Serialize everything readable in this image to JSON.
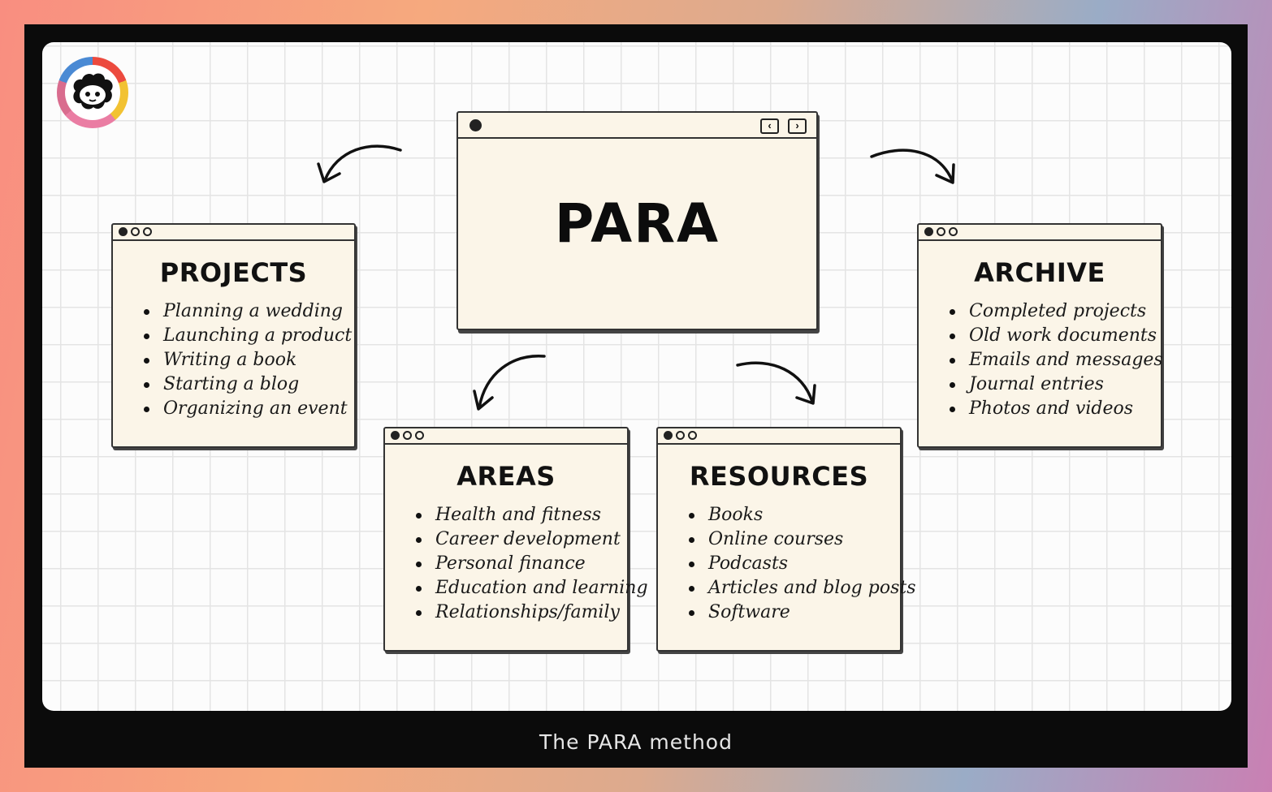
{
  "caption": "The PARA method",
  "logo": {
    "icon": "sheep-face-icon",
    "ring_colors": [
      "#ec4a3e",
      "#f2c232",
      "#ea7da3",
      "#4a8ad4"
    ]
  },
  "center": {
    "title": "PARA",
    "nav": {
      "prev": "‹",
      "next": "›"
    }
  },
  "cards": {
    "projects": {
      "title": "PROJECTS",
      "items": [
        "Planning a wedding",
        "Launching a product",
        "Writing a book",
        "Starting a blog",
        "Organizing an event"
      ]
    },
    "areas": {
      "title": "AREAS",
      "items": [
        "Health and fitness",
        "Career development",
        "Personal finance",
        "Education and learning",
        "Relationships/family"
      ]
    },
    "resources": {
      "title": "RESOURCES",
      "items": [
        "Books",
        "Online courses",
        "Podcasts",
        "Articles and blog posts",
        "Software"
      ]
    },
    "archive": {
      "title": "ARCHIVE",
      "items": [
        "Completed projects",
        "Old work documents",
        "Emails and messages",
        "Journal entries",
        "Photos and videos"
      ]
    }
  },
  "colors": {
    "card_bg": "#fbf5e8",
    "ink": "#222222",
    "frame": "#0b0b0b"
  }
}
